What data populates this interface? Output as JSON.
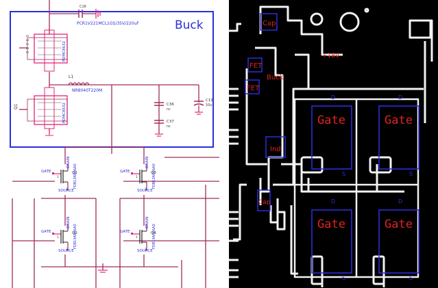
{
  "schematic": {
    "buck_label": "Buck",
    "cap_part_label": "PCR1V221MCL1GS/35V/220uF",
    "cap_ref_label": "C16",
    "inductor_ref": "L1",
    "inductor_part": "NR8040T220M",
    "fet_top_part": "FDMC8632",
    "fet_bottom_part": "FDMC8632",
    "q_label": "Q1",
    "c36_ref": "C36",
    "c36_val": "nc",
    "c37_ref": "C37",
    "c37_val": "nc",
    "c19_ref": "C19",
    "c19_val": "10u",
    "mosfets": [
      {
        "gate": "GATE",
        "drain": "DRAIN",
        "source": "SOURCE",
        "part": "FDB13AN06A0",
        "ref": "Q1"
      },
      {
        "gate": "GATE",
        "drain": "DRAIN",
        "source": "SOURCE",
        "part": "FDB13AN06A0",
        "ref": "Q3"
      },
      {
        "gate": "GATE",
        "drain": "DRAIN",
        "source": "SOURCE",
        "part": "FDB13AN06A0",
        "ref": "Q2"
      },
      {
        "gate": "GATE",
        "drain": "DRAIN",
        "source": "SOURCE",
        "part": "FDB13AN06A0",
        "ref": "Q4"
      }
    ]
  },
  "pcb": {
    "cap_top": "Cap",
    "fet1": "FET",
    "fet2": "FET",
    "buck": "Buck",
    "v18": "+18V",
    "ind": "Ind",
    "cap_bottom": "Cap",
    "gates": [
      {
        "label": "Gate",
        "d": "D",
        "s": "S"
      },
      {
        "label": "Gate",
        "d": "D",
        "s": "S"
      },
      {
        "label": "Gate",
        "d": "D",
        "s": "S"
      },
      {
        "label": "Gate",
        "d": "D",
        "s": "S"
      }
    ]
  },
  "colors": {
    "blue": "#2d2ed8",
    "red": "#e0231f",
    "wire": "#a02a5a",
    "pink": "#e5237a",
    "pcb_bg": "#000000",
    "trace": "#f2f2f2"
  }
}
